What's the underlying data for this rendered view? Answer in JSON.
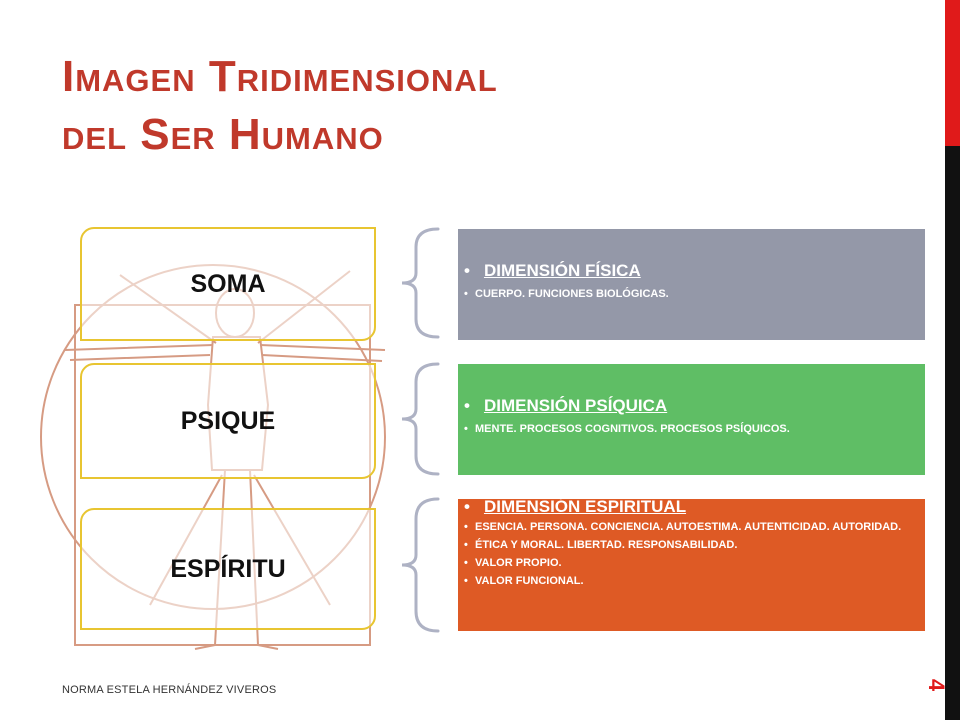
{
  "title": {
    "line1": "Imagen Tridimensional",
    "line2": "del Ser Humano"
  },
  "footer": "NORMA ESTELA HERNÁNDEZ VIVEROS",
  "page_number": "4",
  "colors": {
    "title": "#c0392b",
    "accent_red": "#e01a1a",
    "box_border": "#e8c531",
    "physical": "#9498a8",
    "psychic": "#5fbe65",
    "spiritual": "#de5a25"
  },
  "dimensions": [
    {
      "label": "SOMA",
      "heading": "DIMENSIÓN FÍSICA",
      "items": [
        "CUERPO. FUNCIONES BIOLÓGICAS."
      ]
    },
    {
      "label": "PSIQUE",
      "heading": "DIMENSIÓN PSÍQUICA",
      "items": [
        "MENTE. PROCESOS COGNITIVOS. PROCESOS PSÍQUICOS."
      ]
    },
    {
      "label": "ESPÍRITU",
      "heading": "DIMENSIÓN ESPIRITUAL",
      "items": [
        "ESENCIA. PERSONA. CONCIENCIA. AUTOESTIMA. AUTENTICIDAD. AUTORIDAD.",
        "ÉTICA Y MORAL.  LIBERTAD. RESPONSABILIDAD.",
        "VALOR PROPIO.",
        "VALOR FUNCIONAL."
      ]
    }
  ]
}
